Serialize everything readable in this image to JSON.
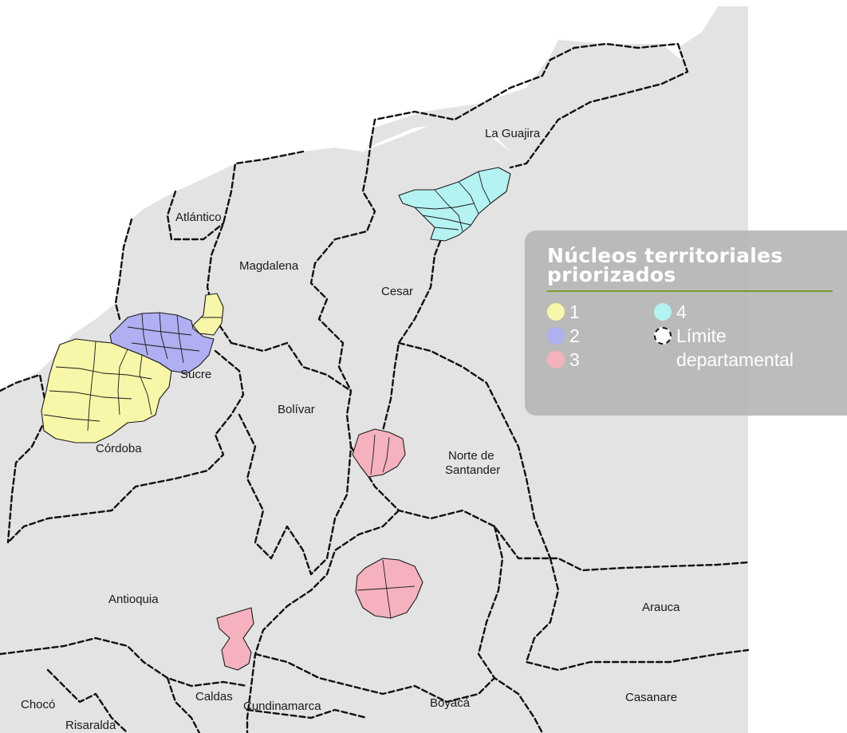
{
  "legend": {
    "title_line1": "Núcleos territoriales",
    "title_line2": "priorizados",
    "items": [
      {
        "label": "1",
        "color": "#f8f6a8"
      },
      {
        "label": "2",
        "color": "#b0aff2"
      },
      {
        "label": "3",
        "color": "#f5b2be"
      },
      {
        "label": "4",
        "color": "#b5f2f2"
      }
    ],
    "boundary_label_line1": "Límite",
    "boundary_label_line2": "departamental"
  },
  "departments": [
    "La Guajira",
    "Atlántico",
    "Magdalena",
    "Cesar",
    "Sucre",
    "Bolívar",
    "Córdoba",
    "Norte de",
    "Santander",
    "Antioquia",
    "Arauca",
    "Casanare",
    "Chocó",
    "Caldas",
    "Cundinamarca",
    "Boyacá",
    "Risaralda"
  ],
  "colors": {
    "land": "#e3e3e3",
    "nucleo_1": "#f8f6a8",
    "nucleo_2": "#b0aff2",
    "nucleo_3": "#f5b2be",
    "nucleo_4": "#b5f2f2",
    "legend_panel": "#b7b7b7",
    "legend_rule": "#7a9a2e"
  }
}
